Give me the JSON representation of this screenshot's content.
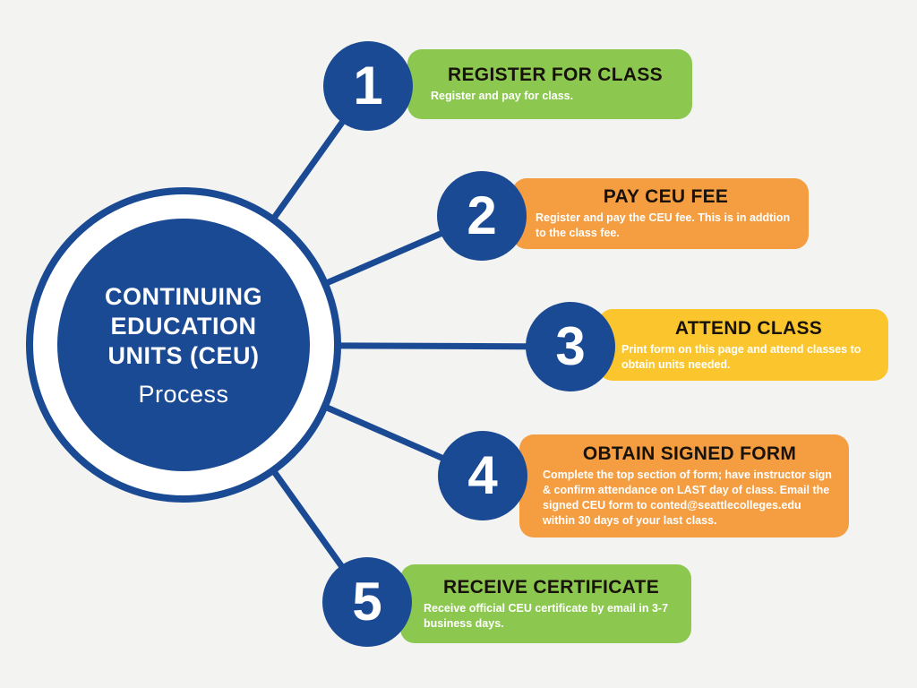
{
  "canvas": {
    "background": "#f3f3f1"
  },
  "colors": {
    "blue": "#1b4a94",
    "green": "#8cc84f",
    "orange": "#f59d41",
    "yellow": "#fbc62d",
    "title_text": "#18120c",
    "body_text": "#ffffff"
  },
  "center": {
    "title_lines": [
      "CONTINUING",
      "EDUCATION",
      "UNITS (CEU)"
    ],
    "subtitle": "Process"
  },
  "steps": [
    {
      "number": "1",
      "title": "REGISTER FOR CLASS",
      "description": "Register and pay for class.",
      "color": "#8cc84f"
    },
    {
      "number": "2",
      "title": "PAY CEU FEE",
      "description": "Register and pay the CEU fee. This is in addtion to the class fee.",
      "color": "#f59d41"
    },
    {
      "number": "3",
      "title": "ATTEND CLASS",
      "description": "Print form on this page and attend classes to obtain units needed.",
      "color": "#fbc62d"
    },
    {
      "number": "4",
      "title": "OBTAIN SIGNED FORM",
      "description": "Complete the top section of form; have instructor sign & confirm attendance on LAST day of class. Email the signed CEU form to conted@seattlecolleges.edu within 30 days of your last class.",
      "color": "#f59d41"
    },
    {
      "number": "5",
      "title": "RECEIVE CERTIFICATE",
      "description": "Receive official CEU certificate by email in 3-7 business days.",
      "color": "#8cc84f"
    }
  ]
}
